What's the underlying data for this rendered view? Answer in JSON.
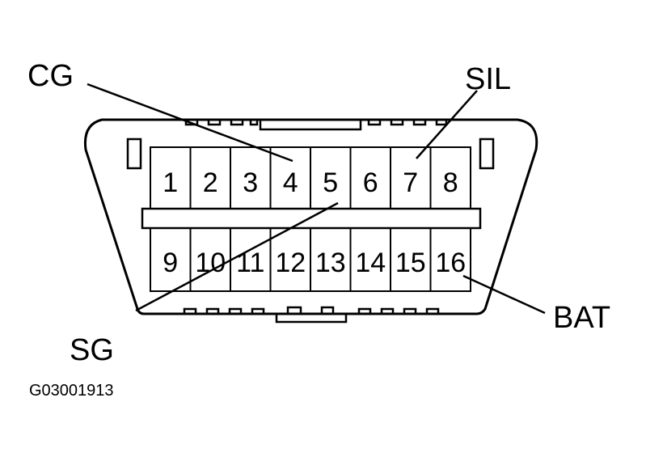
{
  "pins_top": [
    "1",
    "2",
    "3",
    "4",
    "5",
    "6",
    "7",
    "8"
  ],
  "pins_bottom": [
    "9",
    "10",
    "11",
    "12",
    "13",
    "14",
    "15",
    "16"
  ],
  "callouts": {
    "cg": "CG",
    "sil": "SIL",
    "sg": "SG",
    "bat": "BAT"
  },
  "figure_code": "G03001913",
  "colors": {
    "ink": "#000000",
    "paper": "#ffffff"
  }
}
